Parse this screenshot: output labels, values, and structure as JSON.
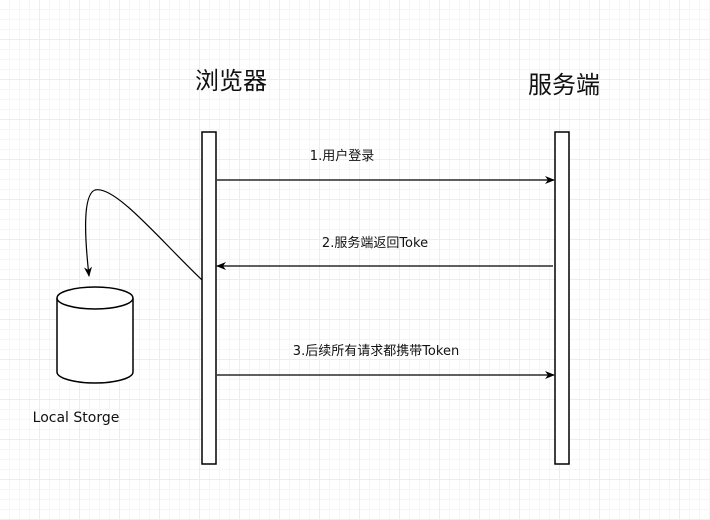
{
  "actors": {
    "browser": {
      "title": "浏览器"
    },
    "server": {
      "title": "服务端"
    }
  },
  "messages": [
    {
      "label": "1.用户登录"
    },
    {
      "label": "2.服务端返回Toke"
    },
    {
      "label": "3.后续所有请求都携带Token"
    }
  ],
  "storage": {
    "label": "Local Storge"
  },
  "colors": {
    "stroke": "#000000",
    "fill": "#ffffff",
    "grid_major": "#ededed",
    "grid_minor": "#f6f6f6"
  }
}
